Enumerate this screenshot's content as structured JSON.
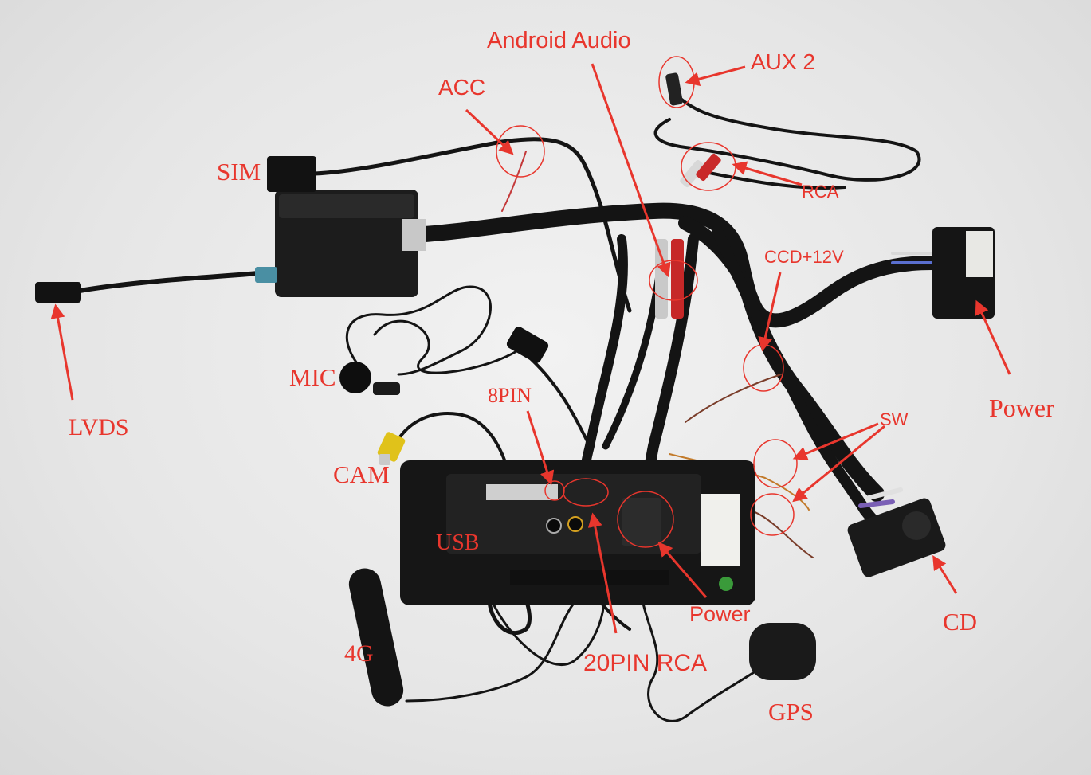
{
  "labels": {
    "android_audio": "Android Audio",
    "aux2": "AUX 2",
    "acc": "ACC",
    "sim": "SIM",
    "rca": "RCA",
    "ccd12v": "CCD+12V",
    "power_right": "Power",
    "lvds": "LVDS",
    "mic": "MIC",
    "pin8": "8PIN",
    "sw": "SW",
    "cam": "CAM",
    "usb": "USB",
    "power_bottom": "Power",
    "cd": "CD",
    "g4": "4G",
    "pin20_rca": "20PIN RCA",
    "gps": "GPS"
  },
  "colors": {
    "annotation": "#e8362d",
    "background": "#e9e9e9",
    "cable": "#141414"
  }
}
